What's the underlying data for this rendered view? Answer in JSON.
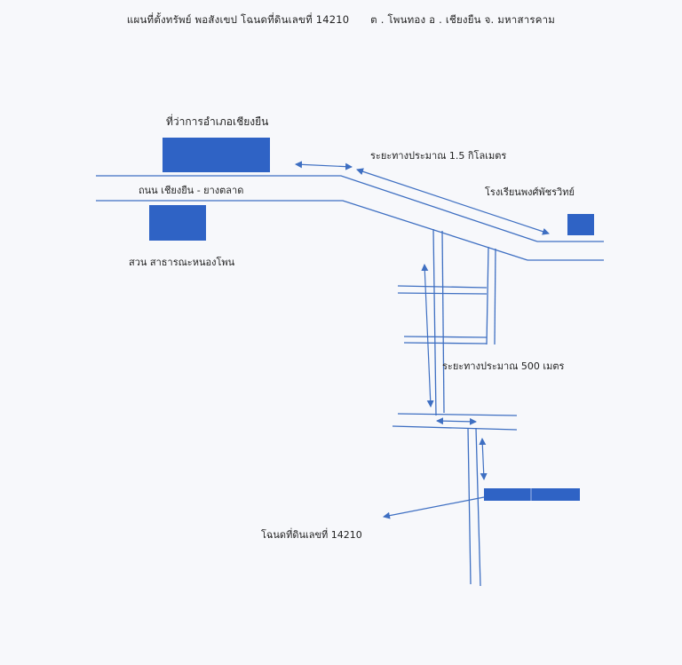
{
  "title": {
    "main": "แผนที่ตั้งทรัพย์ พอสังเขป โฉนดที่ดินเลขที่ 14210",
    "location": "ต . โพนทอง อ . เชียงยืน  จ. มหาสารคาม"
  },
  "labels": {
    "district_office": "ที่ว่าการอำเภอเชียงยืน",
    "main_road": "ถนน เชียงยืน - ยางตลาด",
    "park": "สวน  สาธารณะหนองโพน",
    "distance_1": "ระยะทางประมาณ 1.5  กิโลเมตร",
    "school": "โรงเรียนพงศ์พัชรวิทย์",
    "distance_2": "ระยะทางประมาณ  500 เมตร",
    "title_deed": "โฉนดที่ดินเลขที่ 14210"
  },
  "colors": {
    "building_fill": "#2f63c5",
    "road_line": "#3e6fc2",
    "arrow": "#3e6fc2",
    "text": "#222222"
  }
}
